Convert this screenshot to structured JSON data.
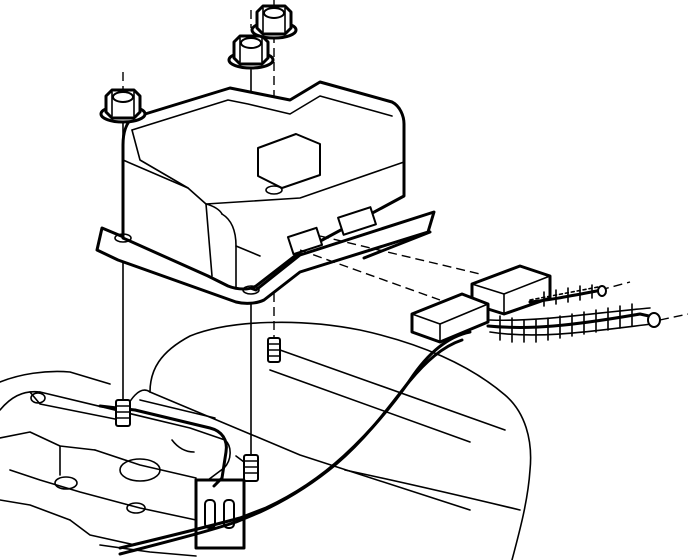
{
  "diagram": {
    "colors": {
      "line": "#000000",
      "background": "#ffffff"
    },
    "parts": [
      "module-housing",
      "mounting-nut",
      "stud",
      "electrical-connector",
      "wiring-harness",
      "mounting-bracket",
      "floor-panel"
    ]
  }
}
